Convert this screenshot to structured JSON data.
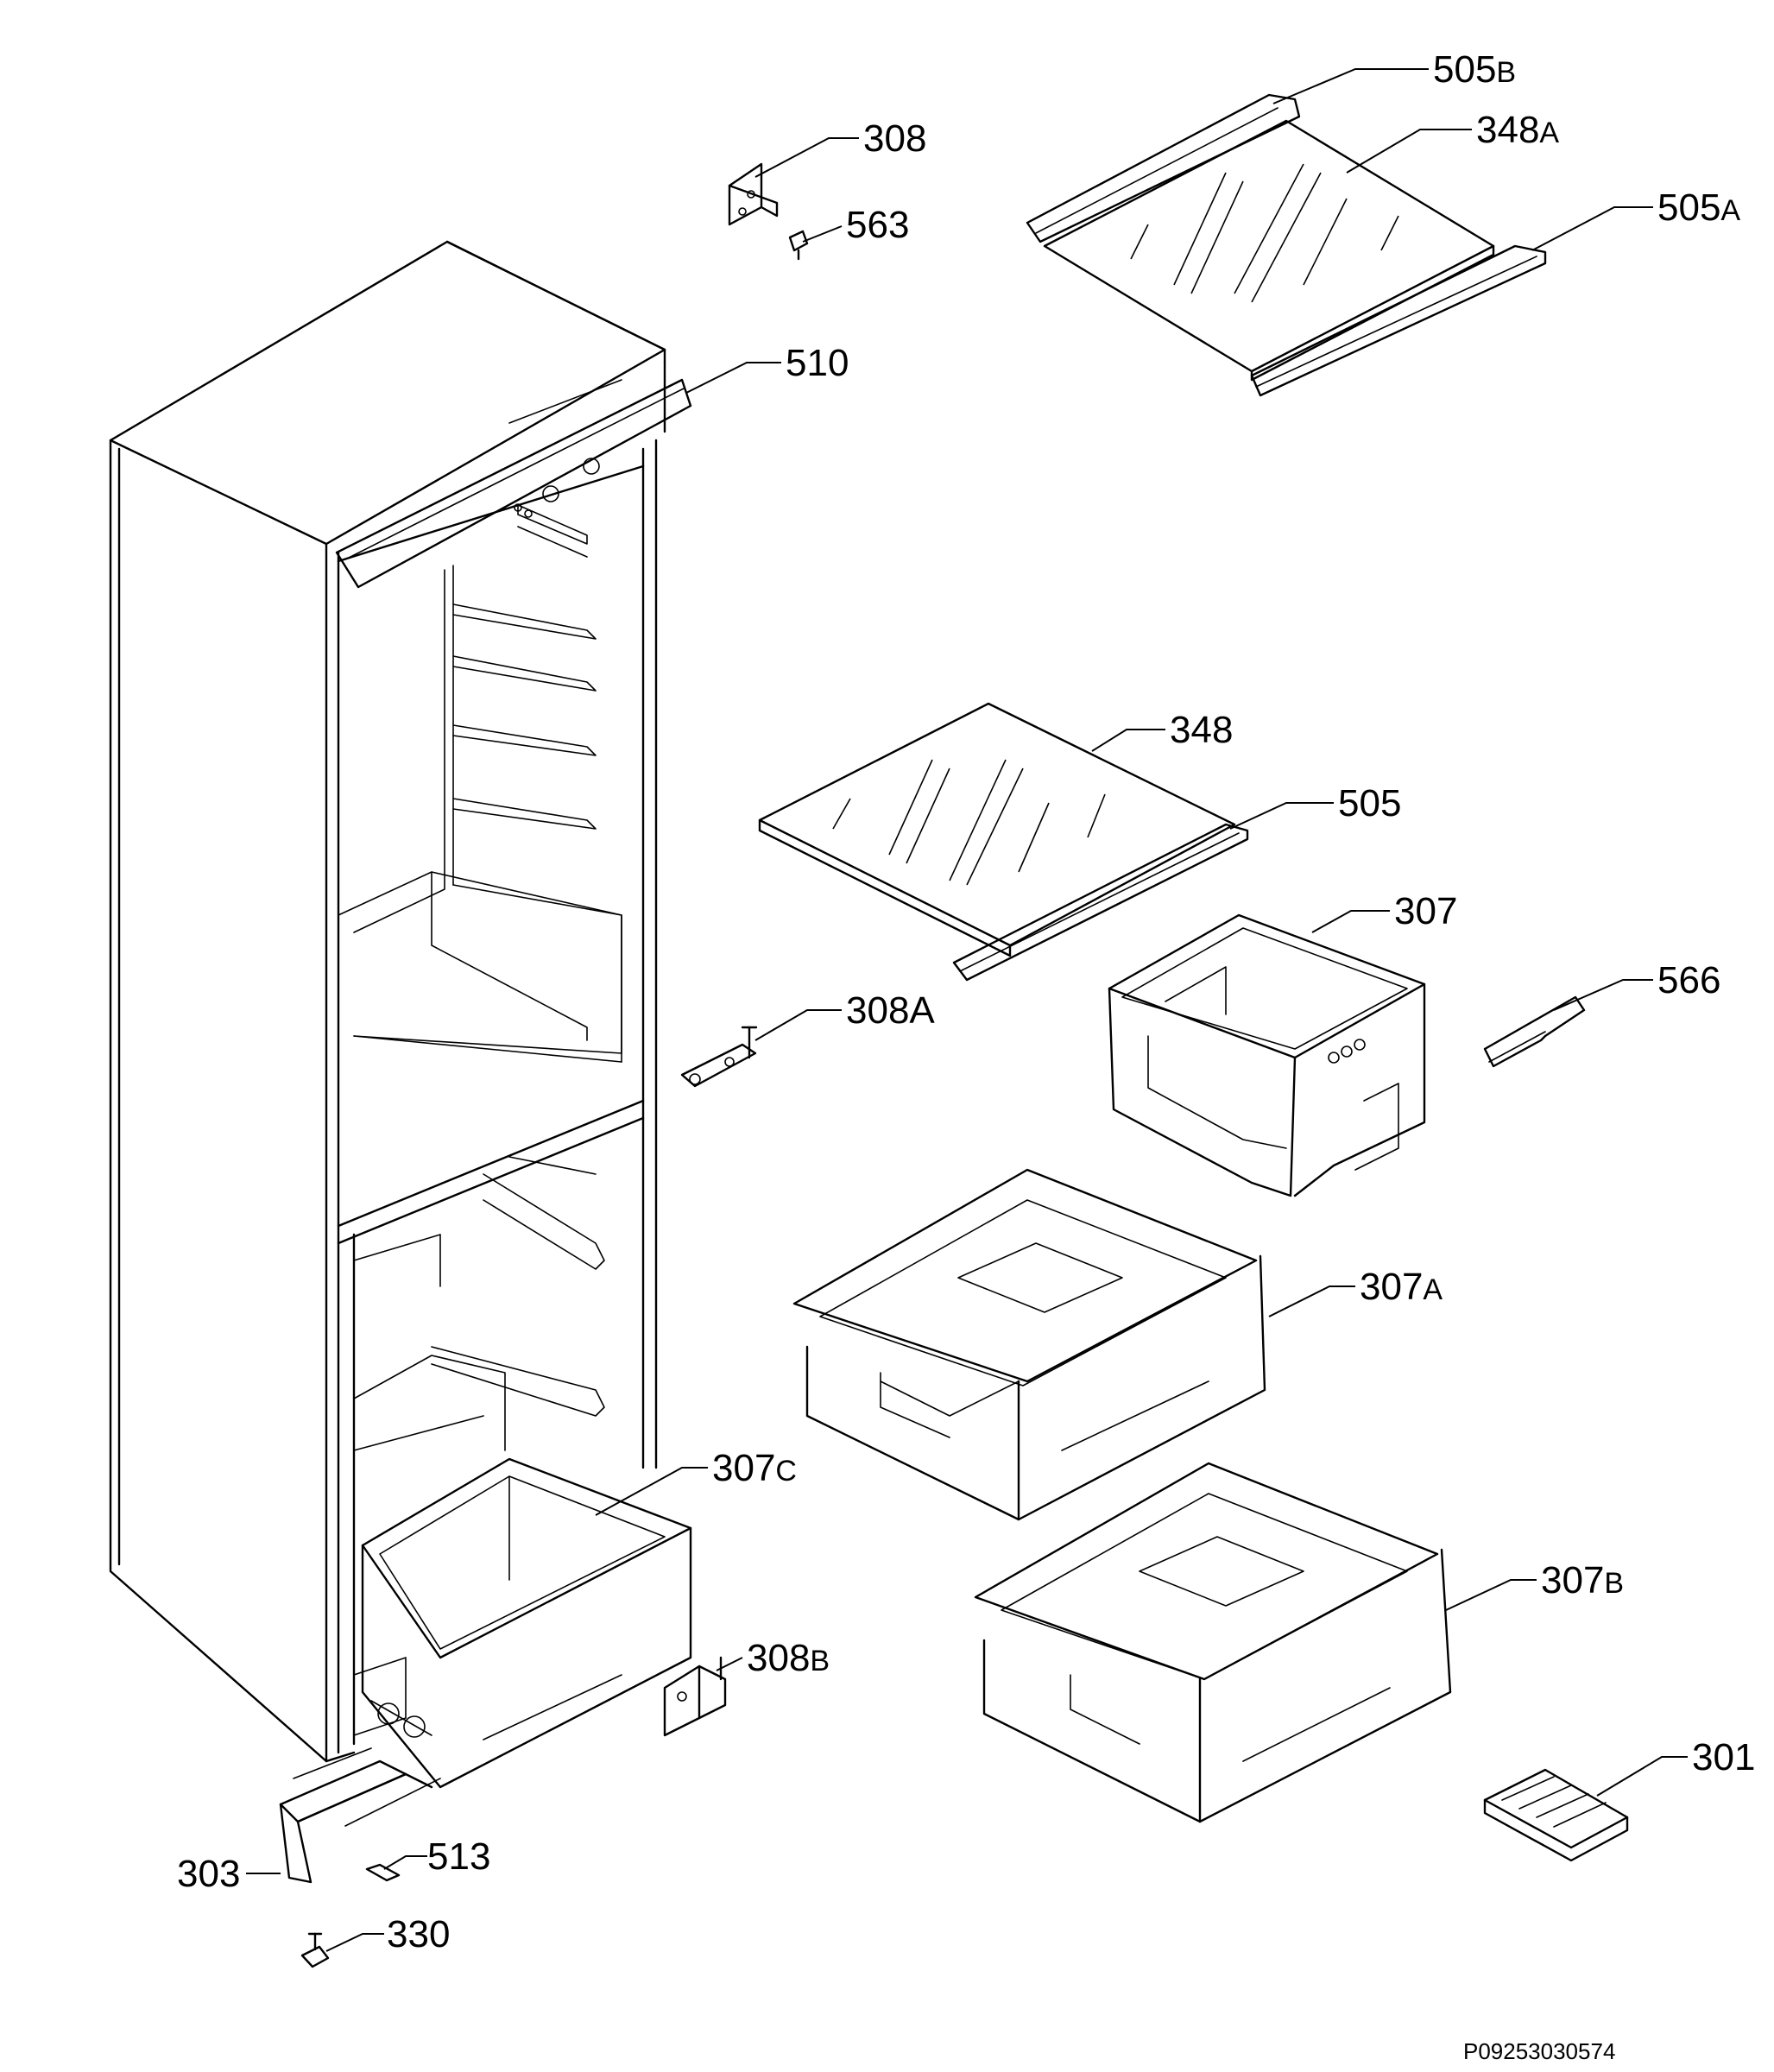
{
  "labels": [
    {
      "id": "308",
      "num": "308",
      "suffix": ""
    },
    {
      "id": "563",
      "num": "563",
      "suffix": ""
    },
    {
      "id": "510",
      "num": "510",
      "suffix": ""
    },
    {
      "id": "505B",
      "num": "505",
      "suffix": "B"
    },
    {
      "id": "348A",
      "num": "348",
      "suffix": "A"
    },
    {
      "id": "505A",
      "num": "505",
      "suffix": "A"
    },
    {
      "id": "348",
      "num": "348",
      "suffix": ""
    },
    {
      "id": "505",
      "num": "505",
      "suffix": ""
    },
    {
      "id": "307",
      "num": "307",
      "suffix": ""
    },
    {
      "id": "566",
      "num": "566",
      "suffix": ""
    },
    {
      "id": "308A",
      "num": "308A",
      "suffix": ""
    },
    {
      "id": "307A",
      "num": "307",
      "suffix": "A"
    },
    {
      "id": "307C",
      "num": "307",
      "suffix": "C"
    },
    {
      "id": "307B",
      "num": "307",
      "suffix": "B"
    },
    {
      "id": "308B",
      "num": "308",
      "suffix": "B"
    },
    {
      "id": "301",
      "num": "301",
      "suffix": ""
    },
    {
      "id": "303",
      "num": "303",
      "suffix": ""
    },
    {
      "id": "513",
      "num": "513",
      "suffix": ""
    },
    {
      "id": "330",
      "num": "330",
      "suffix": ""
    }
  ],
  "drawing_code": "P09253030574"
}
